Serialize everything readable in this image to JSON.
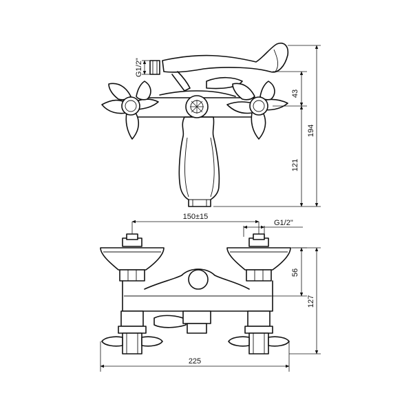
{
  "drawing": {
    "dimensions": {
      "top_view_inlet_thread": "G1/2\"",
      "handle_height": "43",
      "total_height": "194",
      "spout_height": "121",
      "center_distance": "150±15",
      "front_view_inlet_thread": "G1/2\"",
      "inlet_height": "56",
      "body_height": "127",
      "overall_width": "225"
    },
    "colors": {
      "line": "#111111",
      "background": "#ffffff"
    }
  }
}
